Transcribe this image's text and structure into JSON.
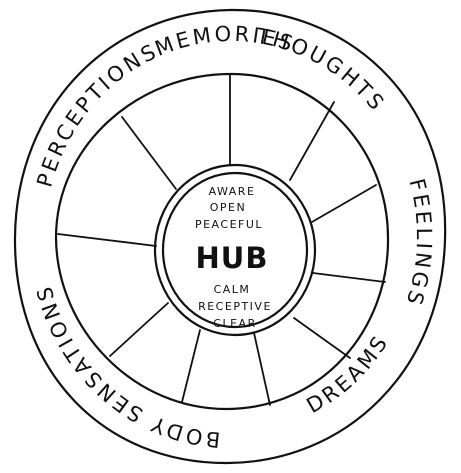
{
  "outer_labels": {
    "memories": "MEMORIES",
    "thoughts": "THOUGHTS",
    "feelings": "FEELINGS",
    "dreams": "DREAMS",
    "body_sensations": "BODY SENSATIONS",
    "perceptions": "PERCEPTIONS"
  },
  "hub": {
    "title": "HUB",
    "upper_words": [
      "AWARE",
      "OPEN",
      "PEACEFUL"
    ],
    "lower_words": [
      "CALM",
      "RECEPTIVE",
      "CLEAR"
    ]
  },
  "colors": {
    "ink": "#111111",
    "paper": "#ffffff"
  }
}
